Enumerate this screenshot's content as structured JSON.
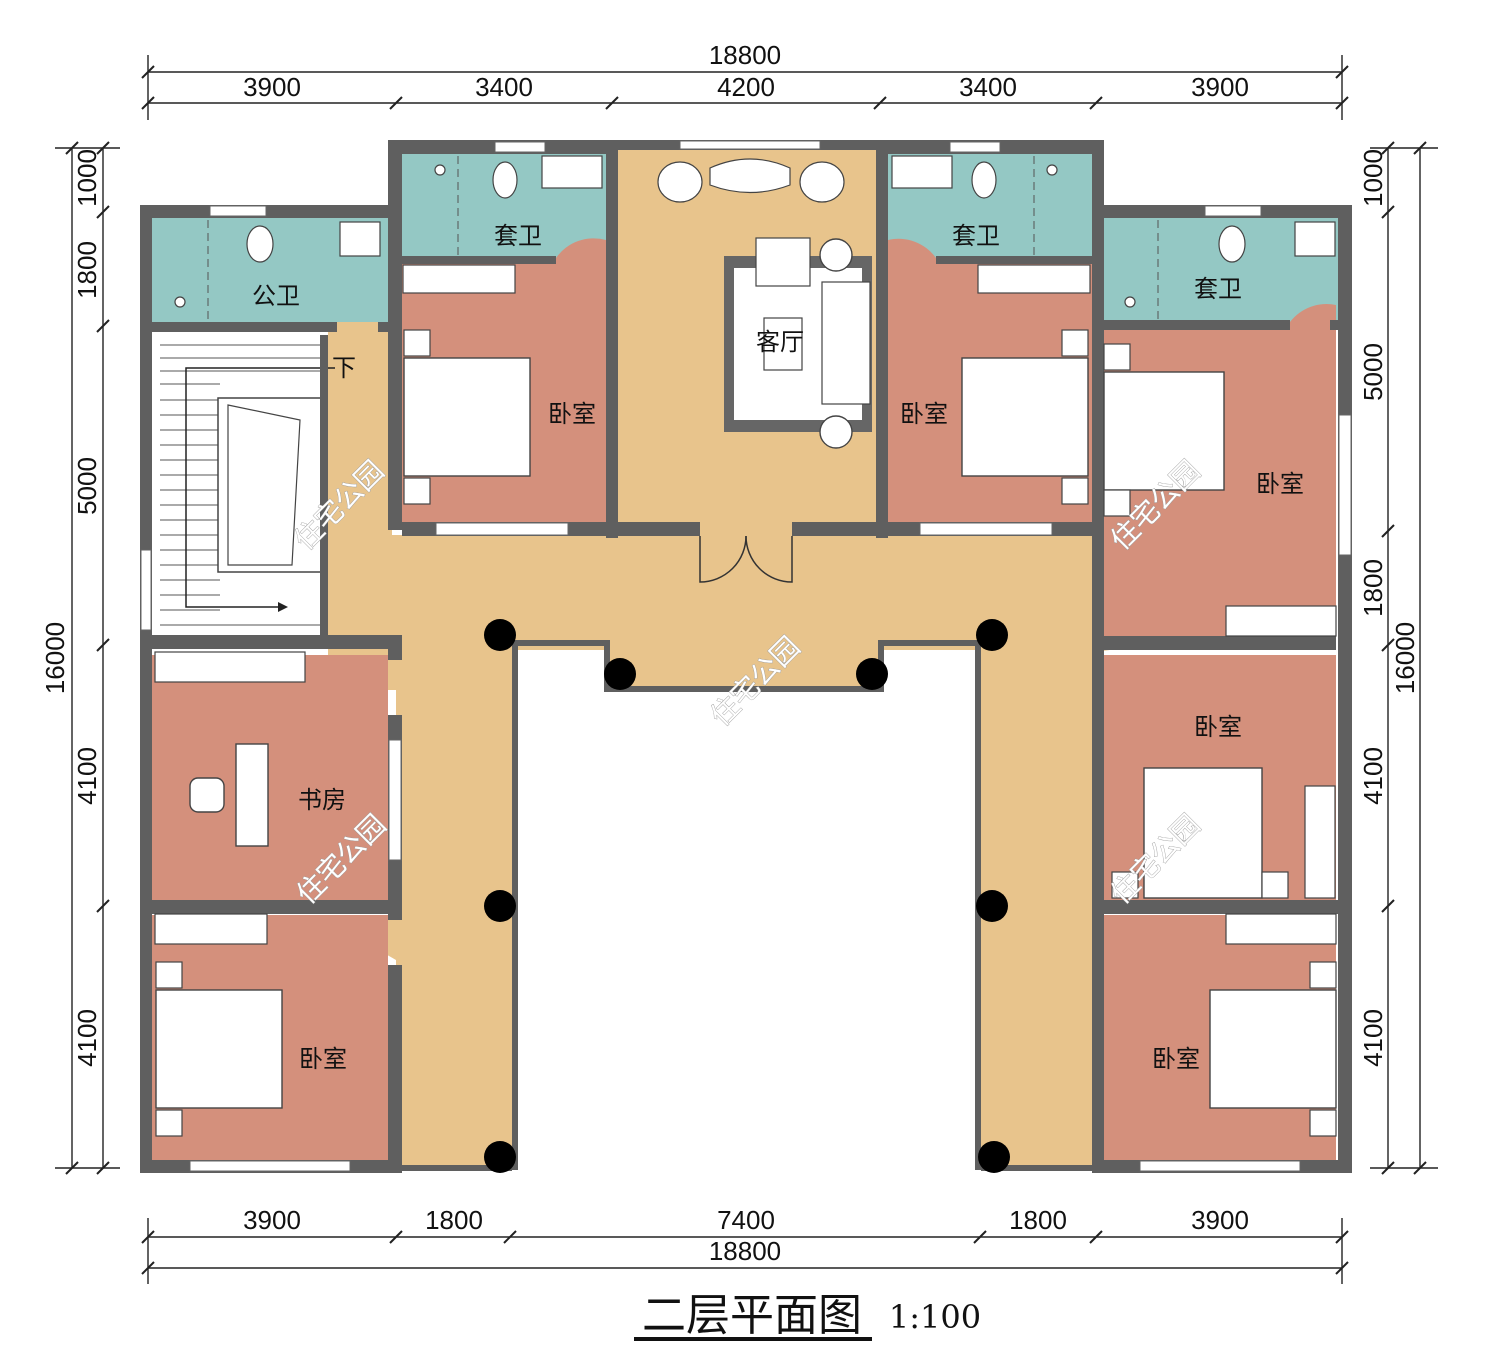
{
  "dimensions": {
    "top_total": "18800",
    "top_segments": [
      "3900",
      "3400",
      "4200",
      "3400",
      "3900"
    ],
    "bottom_segments": [
      "3900",
      "1800",
      "7400",
      "1800",
      "3900"
    ],
    "bottom_total": "18800",
    "left_segments": [
      "1000",
      "1800",
      "5000",
      "4100",
      "4100"
    ],
    "left_total": "16000",
    "right_segments": [
      "1000",
      "5000",
      "1800",
      "4100",
      "4100"
    ],
    "right_total": "16000"
  },
  "rooms": {
    "public_toilet": "公卫",
    "suite_bath_1": "套卫",
    "suite_bath_2": "套卫",
    "suite_bath_3": "套卫",
    "living_room": "客厅",
    "bedroom_1": "卧室",
    "bedroom_2": "卧室",
    "bedroom_3": "卧室",
    "bedroom_4": "卧室",
    "bedroom_5": "卧室",
    "bedroom_6": "卧室",
    "study": "书房",
    "stair_down": "下"
  },
  "watermarks": [
    "住宅公园",
    "住宅公园",
    "住宅公园",
    "住宅公园",
    "住宅公园"
  ],
  "title": "二层平面图",
  "scale": "1:100",
  "colors": {
    "corridor": "#e8c48c",
    "bedroom": "#d4907c",
    "bathroom": "#94c8c4",
    "wall": "#5f5f5f"
  }
}
